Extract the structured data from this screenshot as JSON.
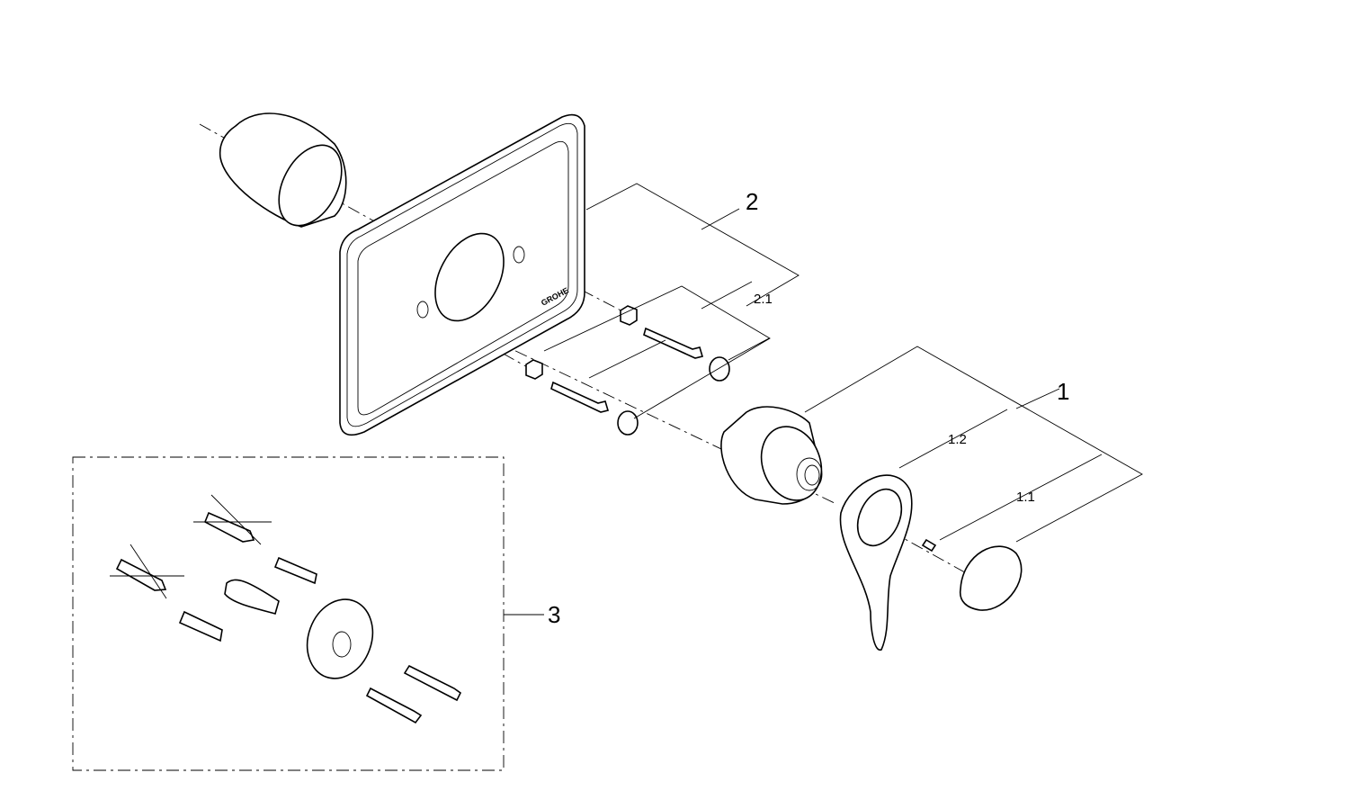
{
  "diagram": {
    "brand_logo": "GROHE",
    "labels": {
      "part_1": "1",
      "part_1_1": "1.1",
      "part_1_2": "1.2",
      "part_2": "2",
      "part_2_1": "2.1",
      "part_3": "3"
    }
  }
}
